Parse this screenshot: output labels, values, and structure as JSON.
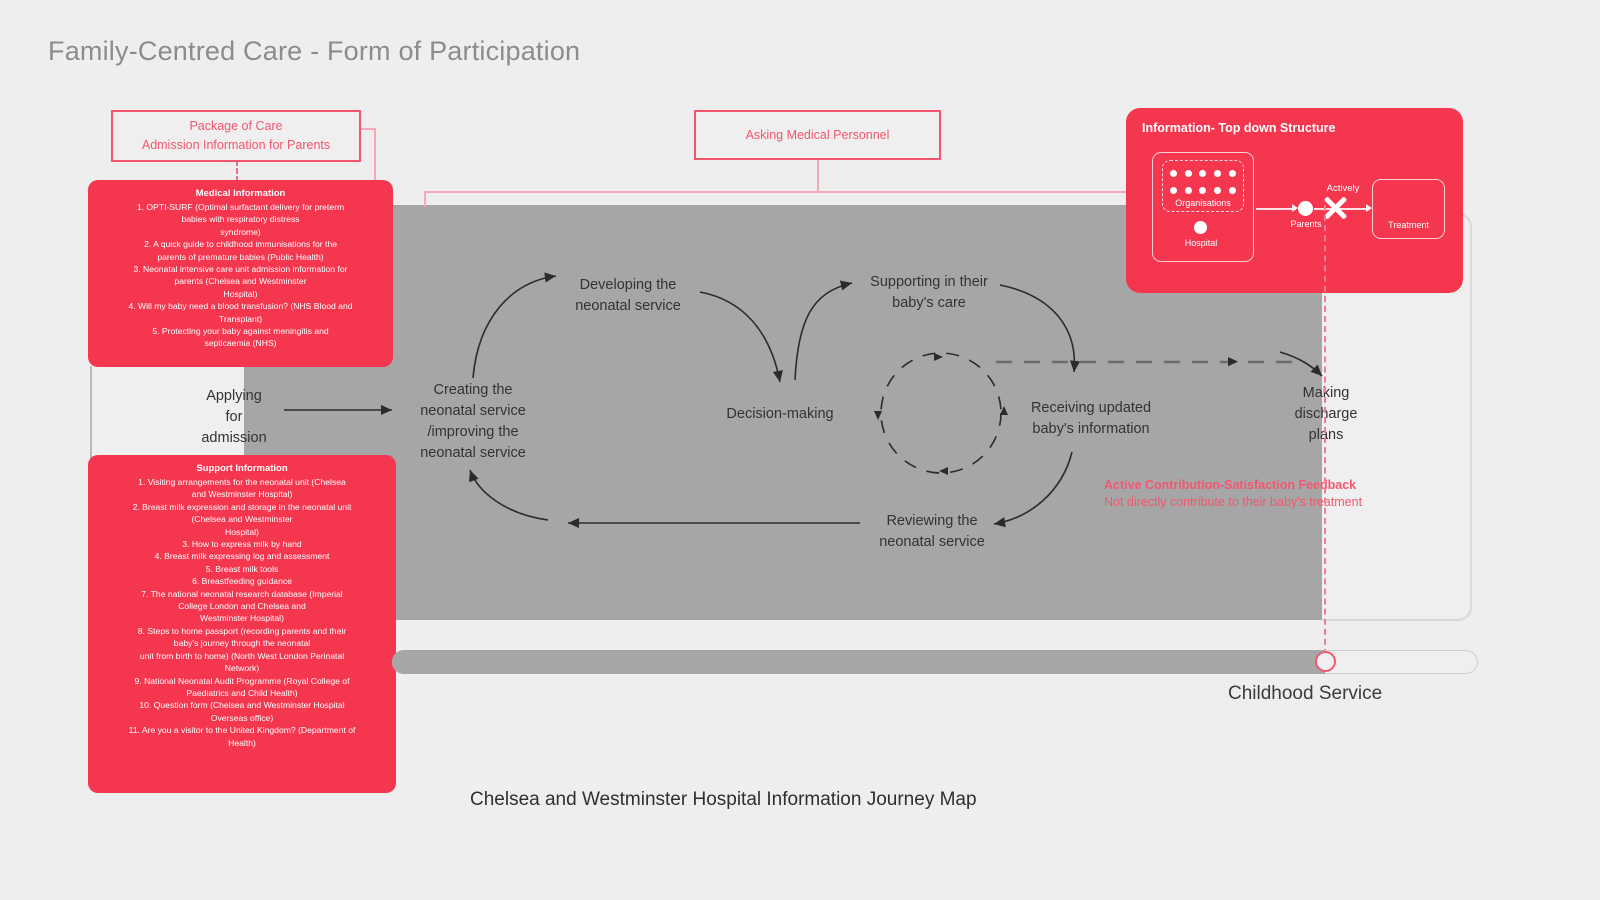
{
  "page": {
    "title": "Family-Centred Care - Form of Participation",
    "caption": "Chelsea and Westminster Hospital Information Journey Map",
    "accent_red": "#f5364f",
    "accent_outline": "#f4566f",
    "band_gray": "#a6a6a6",
    "background": "#eeeeee"
  },
  "boxes": {
    "package_of_care": {
      "line1": "Package of Care",
      "line2": "Admission Information for Parents"
    },
    "asking_medical_personnel": {
      "label": "Asking Medical Personnel"
    }
  },
  "cards": {
    "medical": {
      "title": "Medical Information",
      "items": [
        "1. OPTI-SURF (Optimal surfactant delivery for preterm",
        "babies with respiratory distress",
        "syndrome)",
        "2. A quick guide to childhood immunisations for the",
        "parents of premature babies (Public Health)",
        "3. Neonatal intensive care unit admission information for",
        "parents (Chelsea and Westminster",
        "Hospital)",
        "4. Will my baby need a blood transfusion? (NHS Blood and",
        "Transplant)",
        "5. Protecting your baby against meningitis and",
        "septicaemia (NHS)"
      ]
    },
    "support": {
      "title": "Support Information",
      "items": [
        "1. Visiting arrangements for the neonatal unit (Chelsea",
        "and Westminster Hospital)",
        "2. Breast milk expression and storage in the neonatal unit",
        "(Chelsea and Westminster",
        "Hospital)",
        "3. How to express milk by hand",
        "4. Breast milk expressing log and assessment",
        "5. Breast milk tools",
        "6. Breastfeeding guidance",
        "7. The national neonatal research database (Imperial",
        "College London and Chelsea and",
        "Westminster Hospital)",
        "8. Steps to home passport (recording parents and their",
        "baby's journey through the neonatal",
        "unit from birth to home) (North West London Perinatal",
        "Network)",
        "9. National Neonatal Audit Programme (Royal College of",
        "Paediatrics and Child Health)",
        "10. Question form (Chelsea and Westminster Hospital",
        "Overseas office)",
        "11. Are you a visitor to the United Kingdom? (Department of",
        "Health)"
      ]
    }
  },
  "topdown_panel": {
    "title": "Information- Top down Structure",
    "organisations_label": "Organisations",
    "hospital_label": "Hospital",
    "parents_label": "Parents",
    "actively_label": "Actively",
    "treatment_label": "Treatment"
  },
  "journey_nodes": [
    {
      "id": "applying",
      "line1": "Applying",
      "line2": "for",
      "line3": "admission"
    },
    {
      "id": "creating",
      "line1": "Creating the",
      "line2": "neonatal service",
      "line3": "/improving the",
      "line4": "neonatal service"
    },
    {
      "id": "developing",
      "line1": "Developing the",
      "line2": "neonatal service"
    },
    {
      "id": "supporting",
      "line1": "Supporting in their",
      "line2": "baby's care"
    },
    {
      "id": "decision",
      "line1": "Decision-making"
    },
    {
      "id": "receiving",
      "line1": "Receiving updated",
      "line2": "baby's information"
    },
    {
      "id": "reviewing",
      "line1": "Reviewing the",
      "line2": "neonatal service"
    },
    {
      "id": "discharge",
      "line1": "Making",
      "line2": "discharge",
      "line3": "plans"
    }
  ],
  "annotation": {
    "heading": "Active Contribution-Satisfaction Feedback",
    "sub": "Not directly contribute to their baby's treatment"
  },
  "timeline": {
    "milestone_label": "Childhood Service"
  }
}
